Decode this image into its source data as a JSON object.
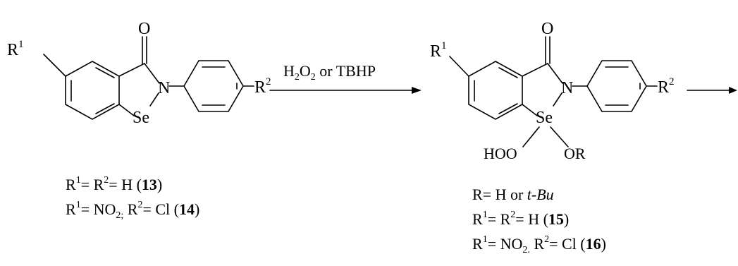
{
  "scheme": {
    "reactant": {
      "atoms": {
        "r1": "R",
        "r1_sup": "1",
        "o": "O",
        "n": "N",
        "se": "Se",
        "r2": "R",
        "r2_sup": "2"
      },
      "legend": [
        {
          "r": "R",
          "sup1": "1",
          "mid": "= R",
          "sup2": "2",
          "tail": "= H (",
          "num": "13",
          "close": ")"
        },
        {
          "r": "R",
          "sup1": "1",
          "mid": "= NO",
          "sub": "2;",
          "mid2": " R",
          "sup2": "2",
          "tail": "= Cl (",
          "num": "14",
          "close": ")"
        }
      ]
    },
    "arrow_label": {
      "h": "H",
      "sub1": "2",
      "o": "O",
      "sub2": "2",
      "rest": " or TBHP"
    },
    "product": {
      "atoms": {
        "r1": "R",
        "r1_sup": "1",
        "o": "O",
        "n": "N",
        "se": "Se",
        "r2": "R",
        "r2_sup": "2",
        "hoo": "HOO",
        "or": "OR"
      },
      "legend": {
        "r_line": {
          "text": "R= H or ",
          "italic": "t-Bu"
        },
        "lines": [
          {
            "r": "R",
            "sup1": "1",
            "mid": "= R",
            "sup2": "2",
            "tail": "= H (",
            "num": "15",
            "close": ")"
          },
          {
            "r": "R",
            "sup1": "1",
            "mid": "= NO",
            "sub": "2.",
            "mid2": " R",
            "sup2": "2",
            "tail": "= Cl (",
            "num": "16",
            "close": ")"
          }
        ]
      }
    }
  }
}
